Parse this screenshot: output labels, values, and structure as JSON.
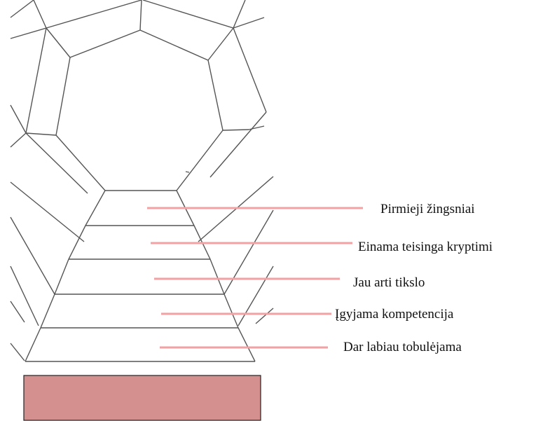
{
  "diagram": {
    "levels": [
      {
        "label": "Pirmieji žingsniai"
      },
      {
        "label": "Einama teisinga kryptimi"
      },
      {
        "label": "Jau arti tikslo"
      },
      {
        "label": "Įgyjama kompetencija"
      },
      {
        "label": "Dar labiau tobulėjama"
      }
    ],
    "pointer_color": "#f3a1a3",
    "line_color": "#555555",
    "base_color": "#d4908e"
  }
}
